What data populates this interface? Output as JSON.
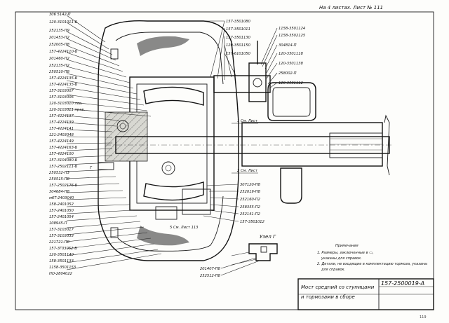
{
  "header": {
    "sheet_info": "На 4 листах. Лист № 111"
  },
  "left_labels": [
    "306 5142-П",
    "120-3101011-Б",
    "252135-П9",
    "201453-П2",
    "252005-П8",
    "157-4224110-Б",
    "201460-П2",
    "252135-П2",
    "250510-П8",
    "157-4224135-Б",
    "157-4224135-Б",
    "157-3103007",
    "157-3103006",
    "120-3103010 лев.",
    "120-3103011 прав.",
    "157-4224137",
    "157-4224139",
    "157-4224141",
    "121-2403048",
    "157-4224149",
    "157-4224163-Б",
    "157-4224100",
    "157-3104080-Б",
    "157-2502111-Б",
    "250532-П3",
    "250515-П8",
    "157-2502176-Б",
    "304684-П8",
    "м6Т-2403040",
    "158-2401052",
    "157-2401050",
    "157-2401054",
    "108945-П",
    "157-3103017",
    "157-3103033",
    "221721-П8",
    "157-3Г03052-Б",
    "120-3501140",
    "158-3501133",
    "1158-3501153",
    "НО-2804022"
  ],
  "right_top_labels": [
    "157-3501080",
    "157-3501011",
    "157-3501130",
    "120-3501150",
    "1158-3501124",
    "1158-3502125",
    "304814-П",
    "120-3501118",
    "120-3501138",
    "258002-П",
    "120-3501112",
    "157-6101050"
  ],
  "right_mid_labels": [
    "307120-П8",
    "252019-П8",
    "252160-П2",
    "258355-П2",
    "252141-П2",
    "157-3501012"
  ],
  "bottom_labels": [
    "201407-П8",
    "252512-П8"
  ],
  "dimension_marks": {
    "top": "1 См. Лист",
    "mid": "2 См. Лист",
    "bottom": "5 См. Лист 113"
  },
  "detail_view": {
    "title": "Узел Г"
  },
  "section_marker": "Г",
  "notes": {
    "heading": "Примечания",
    "lines": [
      "1. Размеры, заключенные в ▭,",
      "указаны для справок.",
      "2. Детали, не входящие в комплектацию тормоза, указаны",
      "для справок."
    ]
  },
  "title_block": {
    "name_line1": "Мост средний со ступицами",
    "name_line2": "и тормозами в сборе",
    "code": "157-2500019-А"
  },
  "page_number": "119"
}
